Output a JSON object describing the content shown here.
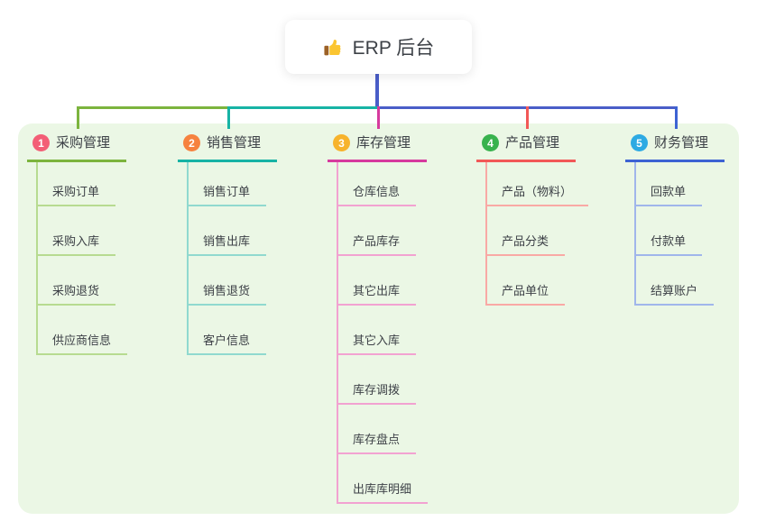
{
  "root": {
    "label": "ERP 后台",
    "icon": "thumbs-up-icon"
  },
  "theme": {
    "panel_bg": "#ebf7e5",
    "stem_color": "#4a5ec8",
    "text_color": "#3d4147"
  },
  "branches": [
    {
      "number": "1",
      "label": "采购管理",
      "badge_color": "#f35e76",
      "line_color": "#7cb43e",
      "sub_line_color": "#b7db90",
      "items": [
        "采购订单",
        "采购入库",
        "采购退货",
        "供应商信息"
      ]
    },
    {
      "number": "2",
      "label": "销售管理",
      "badge_color": "#f6823f",
      "line_color": "#17b3a5",
      "sub_line_color": "#90d9cf",
      "items": [
        "销售订单",
        "销售出库",
        "销售退货",
        "客户信息"
      ]
    },
    {
      "number": "3",
      "label": "库存管理",
      "badge_color": "#f7b32c",
      "line_color": "#d63a9e",
      "sub_line_color": "#f2a2d1",
      "items": [
        "仓库信息",
        "产品库存",
        "其它出库",
        "其它入库",
        "库存调拨",
        "库存盘点",
        "出库库明细"
      ]
    },
    {
      "number": "4",
      "label": "产品管理",
      "badge_color": "#38b24d",
      "line_color": "#f25857",
      "sub_line_color": "#f9a9a5",
      "items": [
        "产品（物料）",
        "产品分类",
        "产品单位"
      ]
    },
    {
      "number": "5",
      "label": "财务管理",
      "badge_color": "#2daae3",
      "line_color": "#3d63d3",
      "sub_line_color": "#a0b6eb",
      "items": [
        "回款单",
        "付款单",
        "结算账户"
      ]
    }
  ]
}
